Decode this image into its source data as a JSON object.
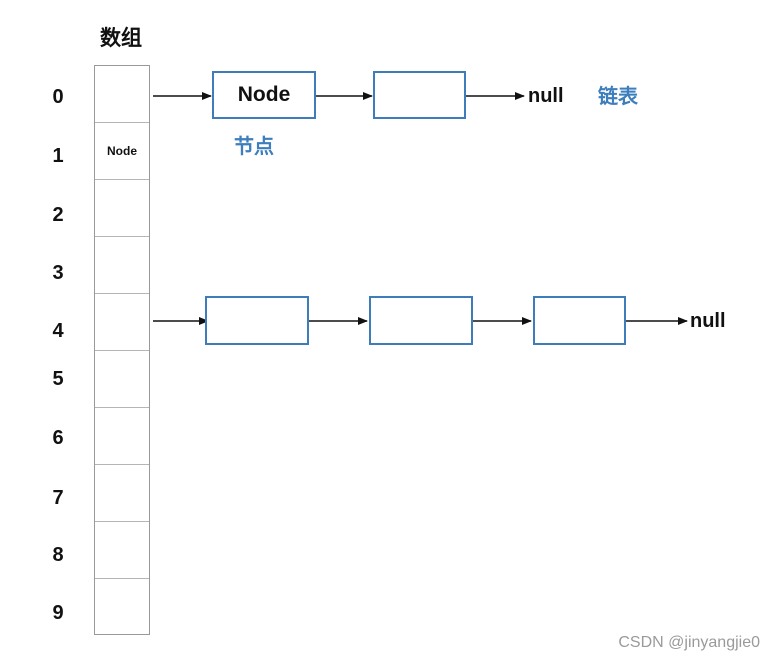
{
  "array": {
    "title": "数组",
    "indices": [
      "0",
      "1",
      "2",
      "3",
      "4",
      "5",
      "6",
      "7",
      "8",
      "9"
    ],
    "cells": [
      "",
      "Node",
      "",
      "",
      "",
      "",
      "",
      "",
      "",
      ""
    ]
  },
  "chain_a": {
    "nodes": [
      "Node",
      ""
    ],
    "terminal": "null",
    "node_caption": "节点",
    "list_caption": "链表"
  },
  "chain_b": {
    "nodes": [
      "",
      "",
      ""
    ],
    "terminal": "null"
  },
  "watermark": "CSDN @jinyangjie0",
  "colors": {
    "node_border": "#3e7db9",
    "caption": "#3d7ebd"
  }
}
